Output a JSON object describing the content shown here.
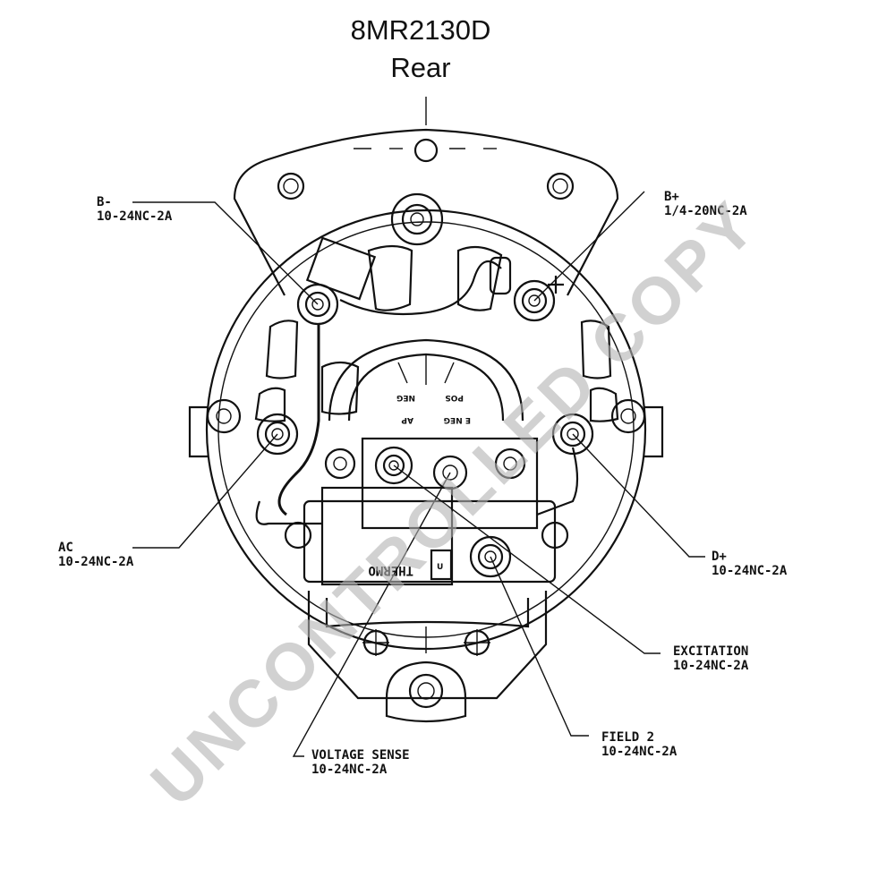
{
  "diagram": {
    "title": "8MR2130D",
    "subtitle": "Rear",
    "watermark": "UNCONTROLLED COPY",
    "panel": {
      "pos": "POS",
      "neg": "NEG",
      "ap": "AP",
      "eneg": "E NEG",
      "thermo": "THERMO",
      "u": "U"
    },
    "terminals": [
      {
        "name": "B-",
        "spec": "10-24NC-2A"
      },
      {
        "name": "B+",
        "spec": "1/4-20NC-2A"
      },
      {
        "name": "AC",
        "spec": "10-24NC-2A"
      },
      {
        "name": "D+",
        "spec": "10-24NC-2A"
      },
      {
        "name": "EXCITATION",
        "spec": "10-24NC-2A"
      },
      {
        "name": "FIELD 2",
        "spec": "10-24NC-2A"
      },
      {
        "name": "VOLTAGE SENSE",
        "spec": "10-24NC-2A"
      }
    ]
  }
}
